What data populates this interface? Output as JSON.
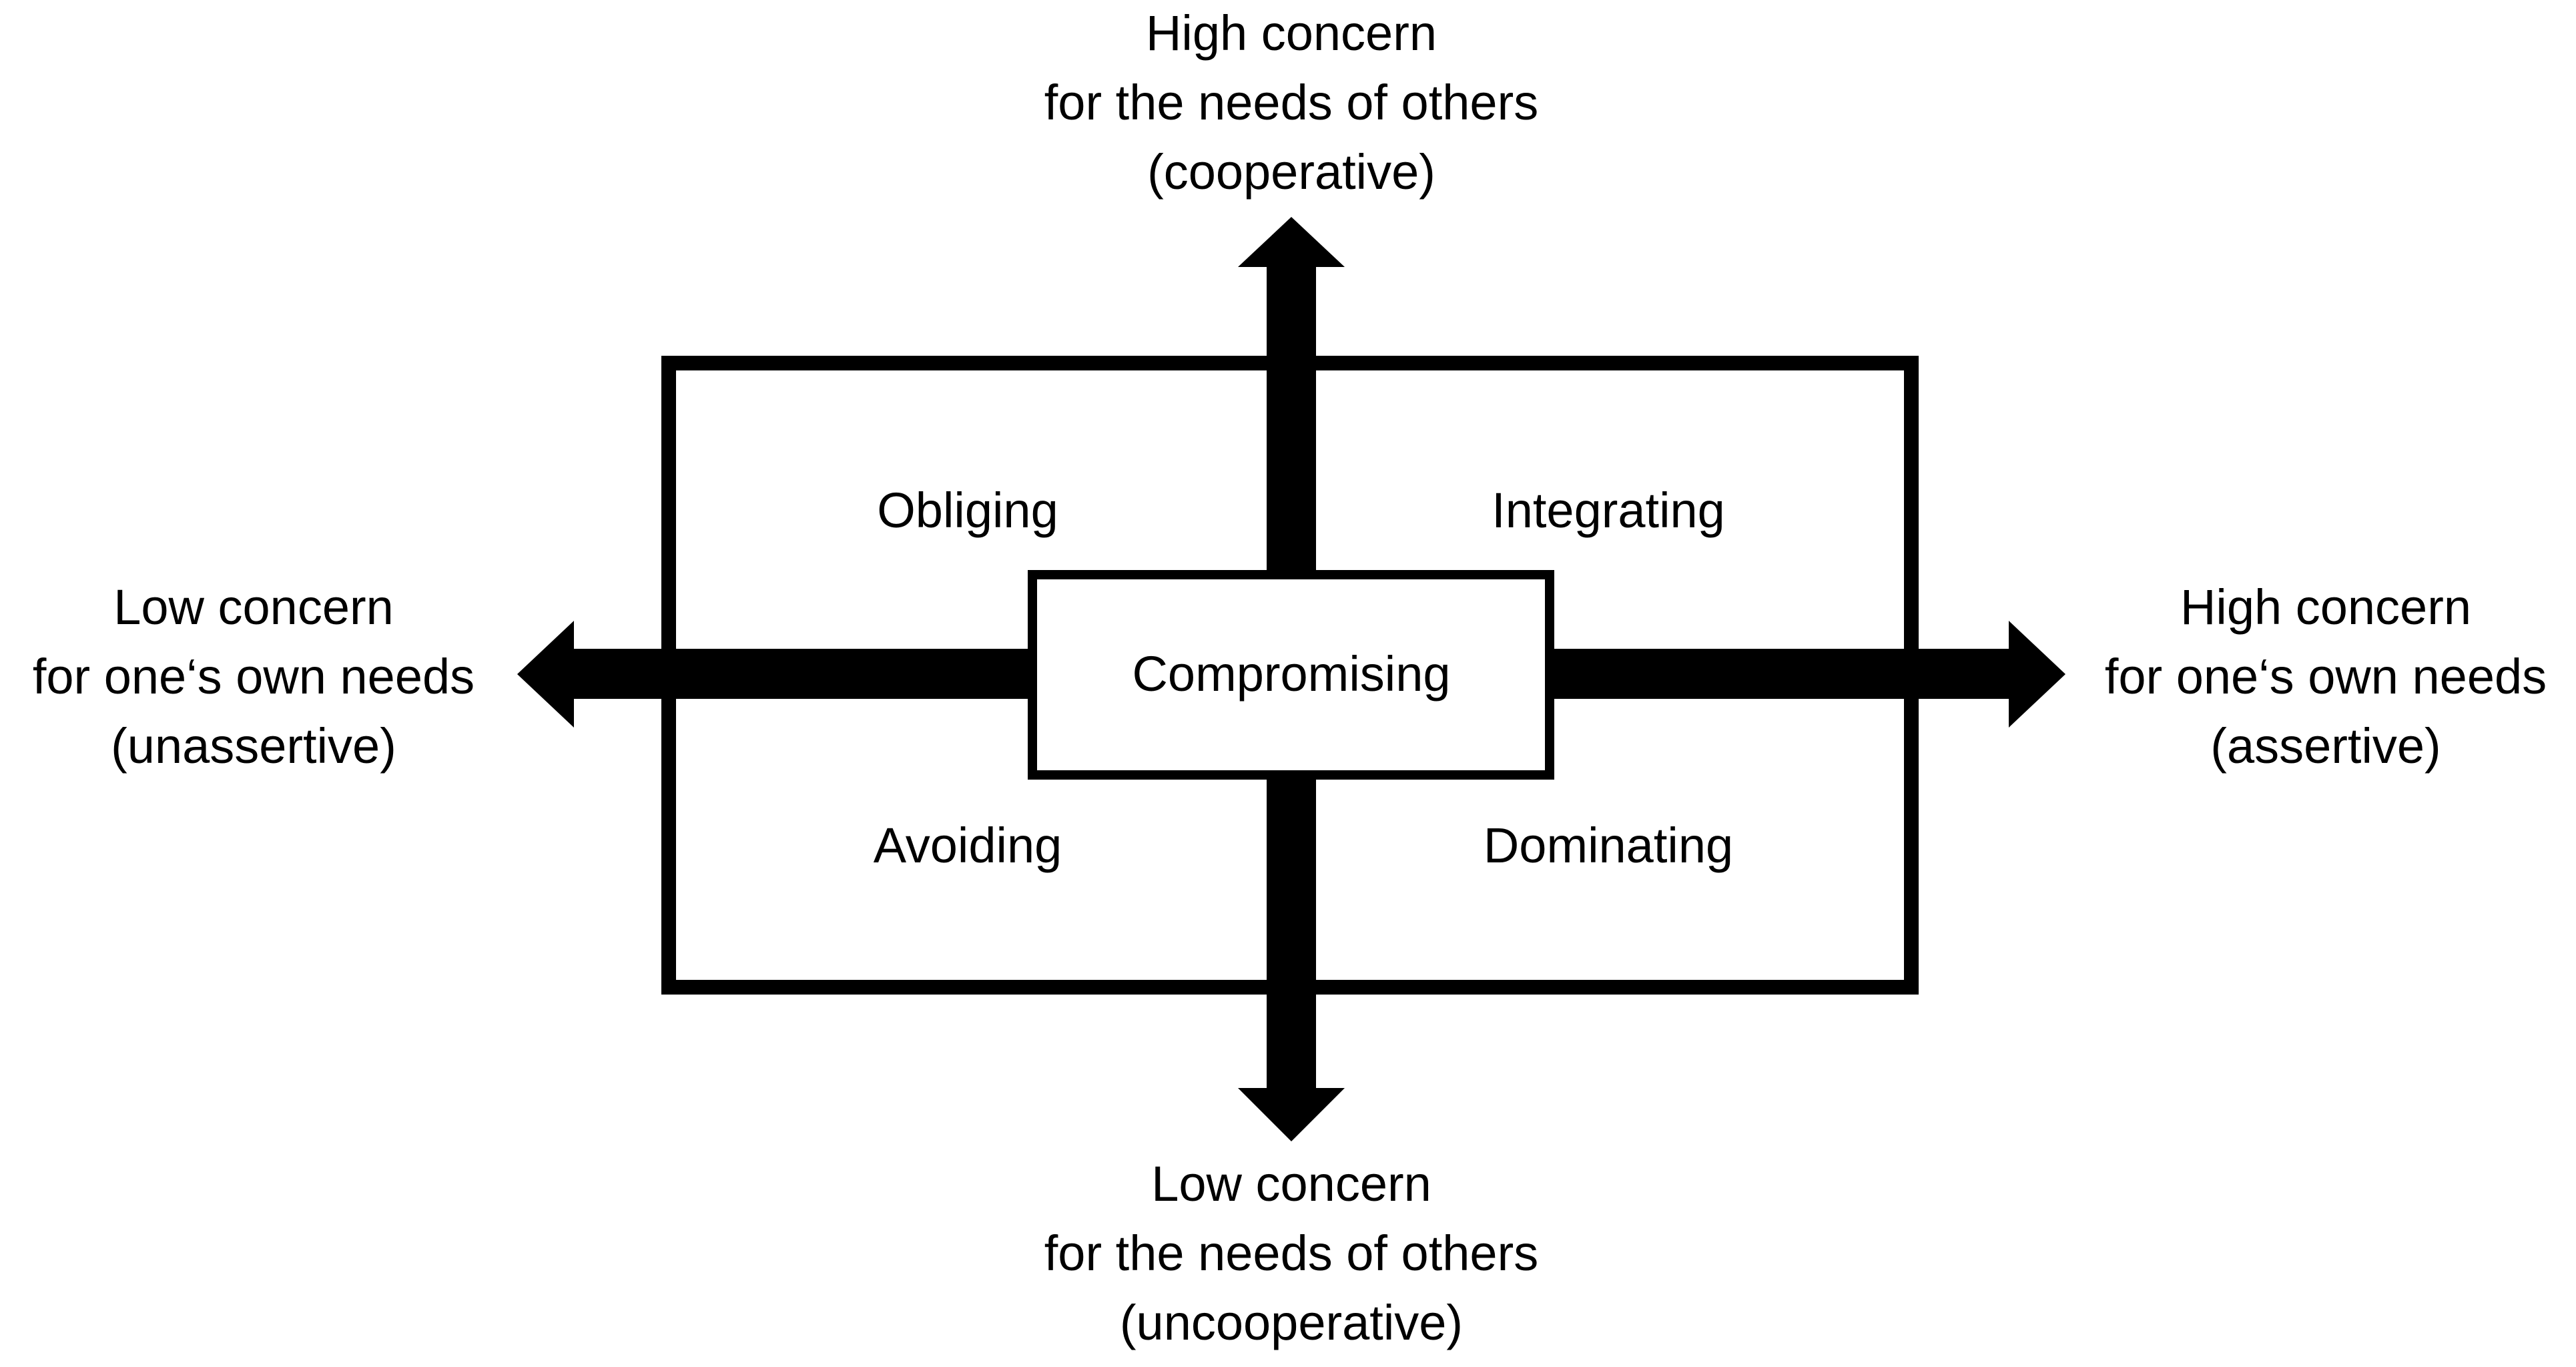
{
  "axes": {
    "top": {
      "lines": [
        "High concern",
        "for the needs of others",
        "(cooperative)"
      ]
    },
    "bottom": {
      "lines": [
        "Low concern",
        "for the needs of others",
        "(uncooperative)"
      ]
    },
    "left": {
      "lines": [
        "Low concern",
        "for one‘s own needs",
        "(unassertive)"
      ]
    },
    "right": {
      "lines": [
        "High concern",
        "for one‘s own needs",
        "(assertive)"
      ]
    }
  },
  "styles": {
    "obliging": "Obliging",
    "integrating": "Integrating",
    "compromising": "Compromising",
    "avoiding": "Avoiding",
    "dominating": "Dominating"
  },
  "colors": {
    "ink": "#000000",
    "paper": "#ffffff"
  }
}
